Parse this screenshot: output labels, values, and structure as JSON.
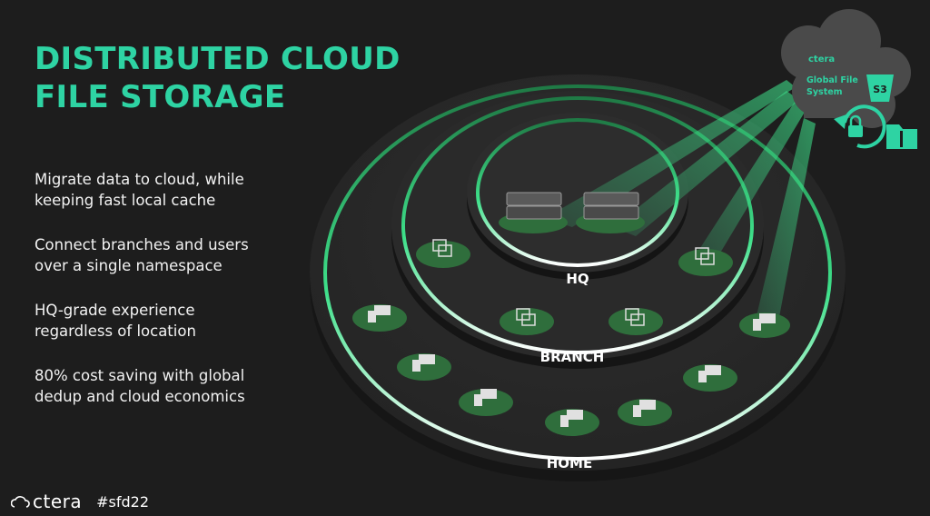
{
  "slide": {
    "title_line1": "DISTRIBUTED CLOUD",
    "title_line2": "FILE STORAGE",
    "bullets": [
      "Migrate data to cloud, while\nkeeping fast local cache",
      "Connect branches and users\nover a single namespace",
      "HQ-grade experience\nregardless of location",
      "80% cost saving with global\ndedup and cloud economics"
    ]
  },
  "diagram": {
    "ring_labels": {
      "hq": "HQ",
      "branch": "BRANCH",
      "home": "HOME"
    },
    "cloud": {
      "brand": "ctera",
      "label_line1": "Global File",
      "label_line2": "System",
      "s3_badge": "S3"
    },
    "colors": {
      "accent": "#2ed3a3",
      "ring_glow": "#3ee08a",
      "node_green": "#2f6e3c",
      "background": "#1d1d1d"
    }
  },
  "footer": {
    "brand": "ctera",
    "hashtag": "#sfd22"
  }
}
